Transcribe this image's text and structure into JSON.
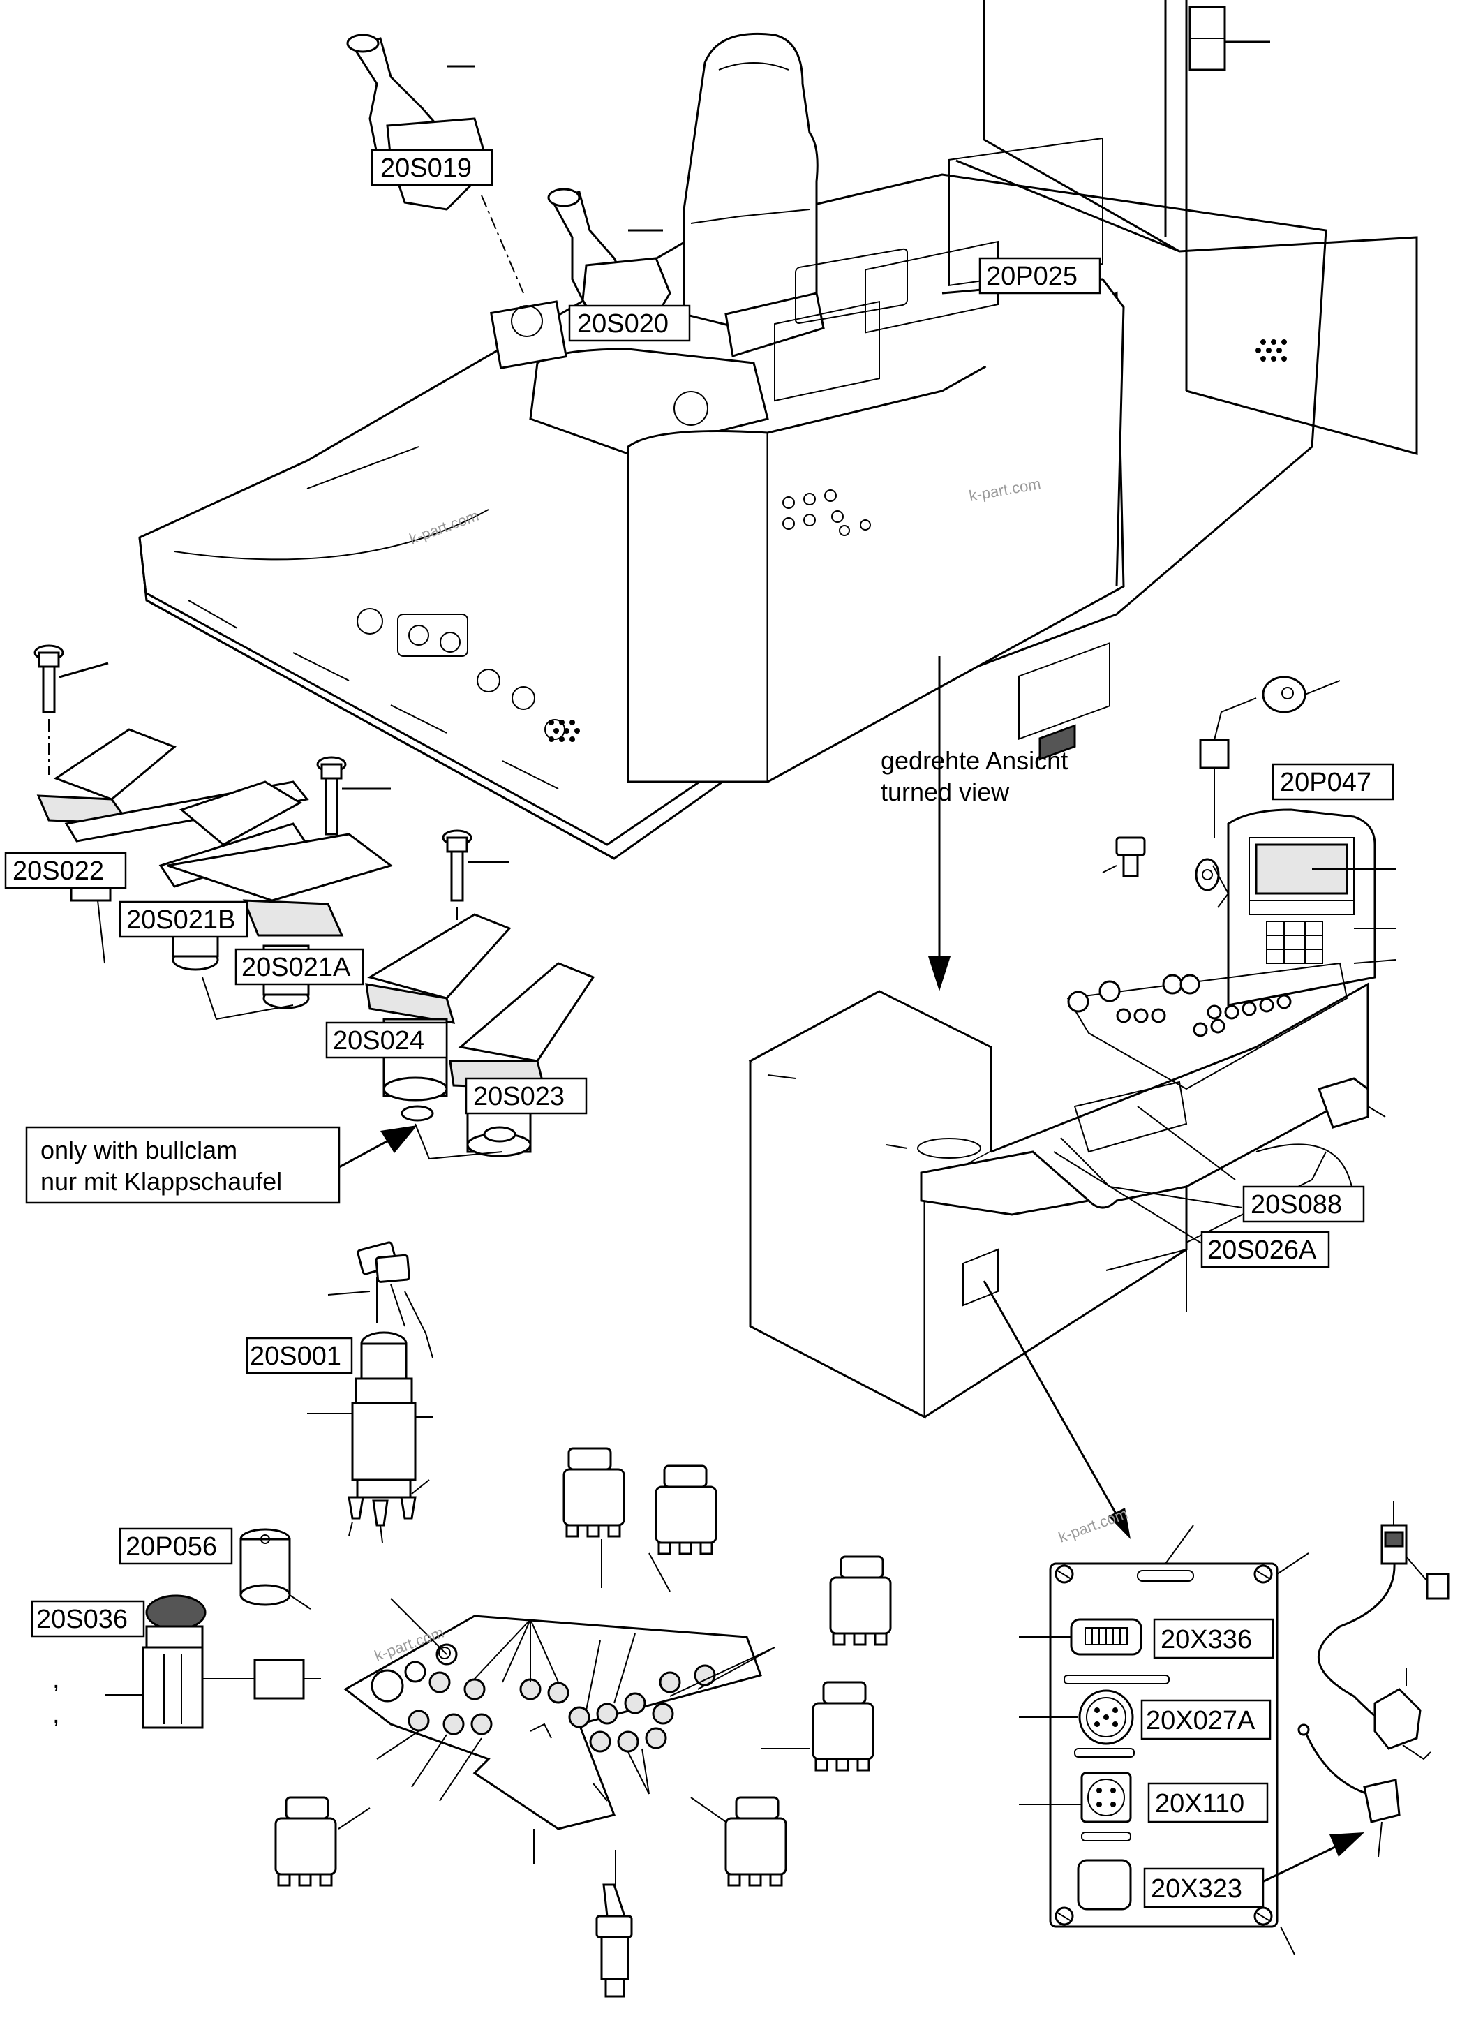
{
  "diagram": {
    "part_labels": {
      "s019": "20S019",
      "s020": "20S020",
      "p025": "20P025",
      "s022": "20S022",
      "s021b": "20S021B",
      "s021a": "20S021A",
      "s024": "20S024",
      "s023": "20S023",
      "p047": "20P047",
      "s088": "20S088",
      "s026a": "20S026A",
      "s001": "20S001",
      "p056": "20P056",
      "s036": "20S036",
      "x336": "20X336",
      "x027a": "20X027A",
      "x110": "20X110",
      "x323": "20X323"
    },
    "notes": {
      "turned_view_de": "gedrehte Ansicht",
      "turned_view_en": "turned view",
      "bullclam_en": "only with bullclam",
      "bullclam_de": "nur mit Klappschaufel"
    },
    "watermark": "k-part.com"
  }
}
